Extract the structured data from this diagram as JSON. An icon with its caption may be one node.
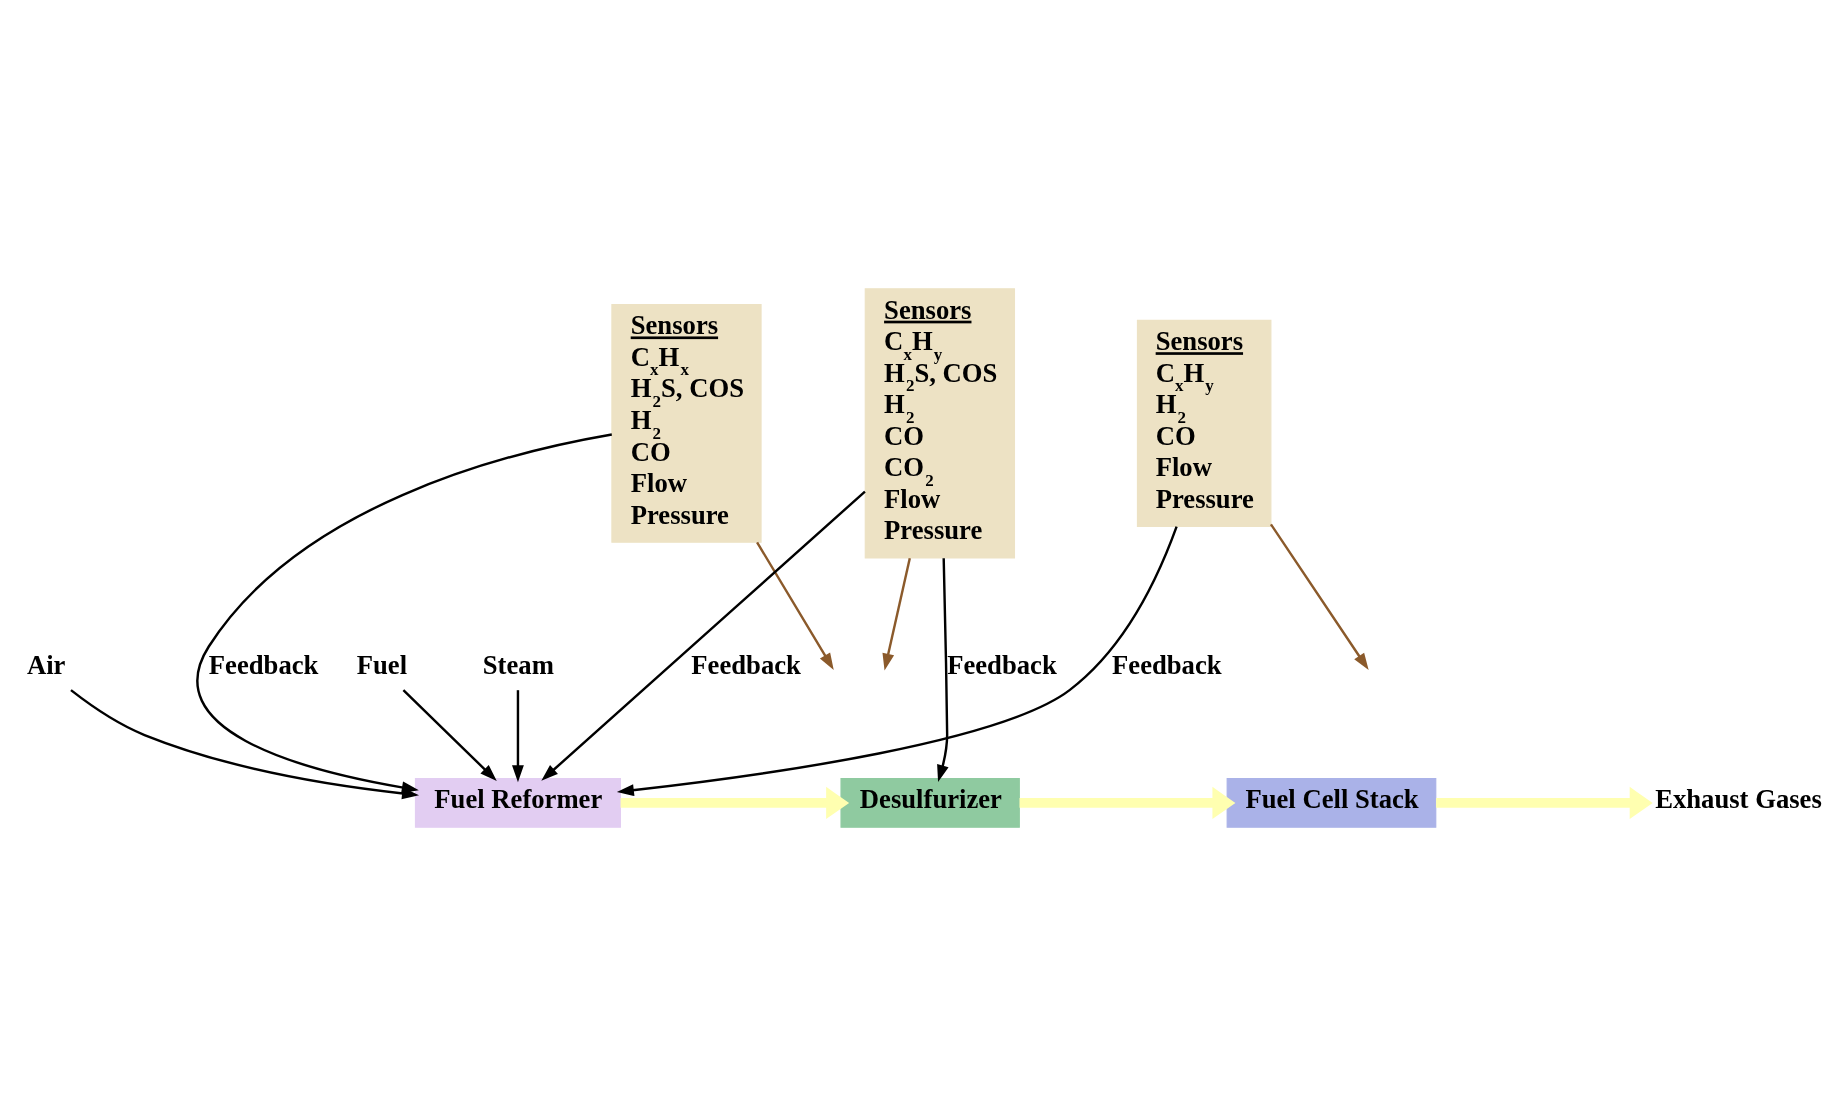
{
  "diagram": {
    "nodes": [
      {
        "text": [
          "Air"
        ]
      },
      {
        "text": [
          "Fuel"
        ]
      },
      {
        "text": [
          "Steam"
        ]
      },
      {
        "text": [
          "Fuel Reformer"
        ]
      },
      {
        "text": [
          "Sensors",
          "C$_{x}$H$_{x}$",
          "H$_{2}$S, COS",
          "H$_{2}$",
          "CO",
          "Flow",
          "Pressure"
        ]
      },
      {
        "text": [
          "Desulfurizer"
        ]
      },
      {
        "text": [
          "Sensors",
          "C$_{x}$H$_{y}$",
          "H$_{2}$S, COS",
          "H$_{2}$",
          "CO",
          "CO$_{2}$",
          "Flow",
          "Pressure"
        ]
      },
      {
        "text": [
          "Fuel Cell Stack"
        ]
      },
      {
        "text": [
          "Sensors",
          "C$_{x}$H$_{y}$",
          "H$_{2}$",
          "CO",
          "Flow",
          "Pressure"
        ]
      },
      {
        "text": [
          "Exhaust Gases"
        ]
      }
    ],
    "edges": [
      {
        "from": 0,
        "to": 3,
        "arrow": "to"
      },
      {
        "from": 1,
        "to": 3,
        "arrow": "to"
      },
      {
        "from": 2,
        "to": 3,
        "arrow": "to"
      },
      {
        "from": 3,
        "to": 5,
        "arrow": "to",
        "style": "thick",
        "color": "#ffffb0"
      },
      {
        "from": 5,
        "to": 7,
        "arrow": "to",
        "style": "thick",
        "color": "#ffffb0"
      },
      {
        "from": 7,
        "to": 9,
        "arrow": "to",
        "style": "thick",
        "color": "#ffffb0"
      },
      {
        "from": 4,
        "to": null,
        "arrow": "to",
        "color": "#8b5a2b"
      },
      {
        "from": 6,
        "to": null,
        "arrow": "to",
        "color": "#8b5a2b"
      },
      {
        "from": 8,
        "to": null,
        "arrow": "to",
        "color": "#8b5a2b"
      },
      {
        "from": 4,
        "to": 3,
        "arrow": "to",
        "label": "Feedback"
      },
      {
        "from": 6,
        "to": 5,
        "arrow": "to",
        "label": "Feedback"
      },
      {
        "from": 6,
        "to": 3,
        "arrow": "to",
        "label": "Feedback"
      },
      {
        "from": 8,
        "to": 3,
        "arrow": "to",
        "label": "Feedback"
      }
    ]
  }
}
